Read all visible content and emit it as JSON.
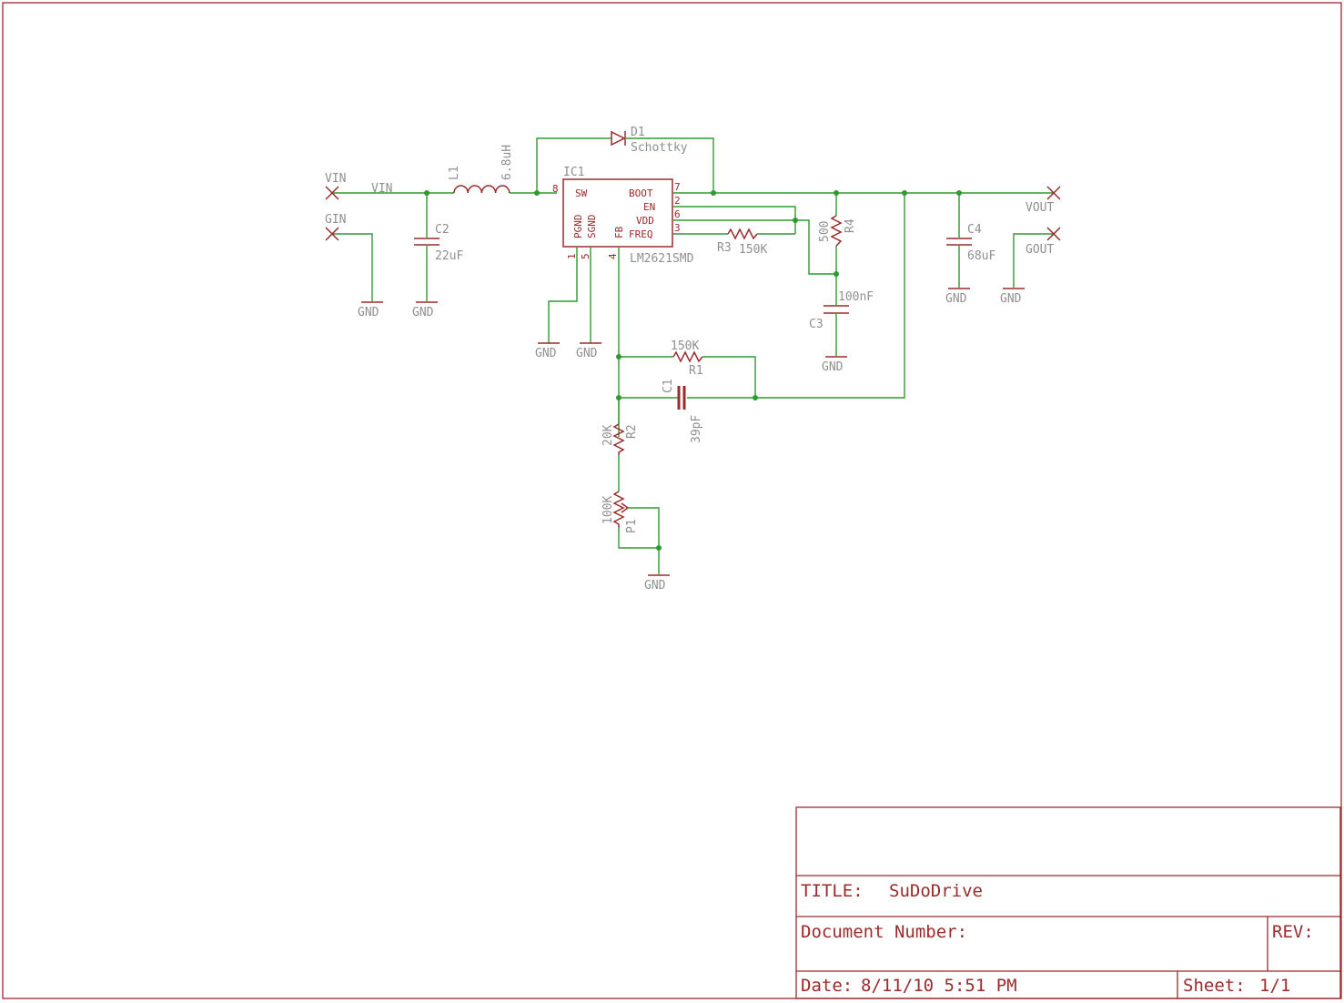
{
  "title_block": {
    "title_label": "TITLE:",
    "title_value": "SuDoDrive",
    "doc_number_label": "Document Number:",
    "rev_label": "REV:",
    "date_label": "Date:",
    "date_value": "8/11/10 5:51 PM",
    "sheet_label": "Sheet:",
    "sheet_value": "1/1"
  },
  "ports": {
    "vin": "VIN",
    "gin": "GIN",
    "vout": "VOUT",
    "gout": "GOUT",
    "vin_net": "VIN"
  },
  "ic": {
    "ref": "IC1",
    "part": "LM2621SMD",
    "pins": {
      "sw": "SW",
      "boot": "BOOT",
      "en": "EN",
      "vdd": "VDD",
      "freq": "FREQ",
      "pgnd": "PGND",
      "sgnd": "SGND",
      "fb": "FB"
    },
    "pin_numbers": {
      "p8": "8",
      "p7": "7",
      "p2": "2",
      "p6": "6",
      "p3": "3",
      "p1": "1",
      "p5": "5",
      "p4": "4"
    }
  },
  "components": {
    "l1_ref": "L1",
    "l1_val": "6.8uH",
    "d1_ref": "D1",
    "d1_val": "Schottky",
    "c2_ref": "C2",
    "c2_val": "22uF",
    "c4_ref": "C4",
    "c4_val": "68uF",
    "c3_ref": "C3",
    "c3_val": "100nF",
    "r3_ref": "R3",
    "r3_val": "150K",
    "r4_ref": "R4",
    "r4_val": "500",
    "r1_ref": "R1",
    "r1_val": "150K",
    "c1_ref": "C1",
    "c1_val": "39pF",
    "r2_ref": "R2",
    "r2_val": "20K",
    "p1_ref": "P1",
    "p1_val": "100K"
  },
  "gnd": "GND",
  "colors": {
    "frame": "#9a2b2b",
    "wire": "#2f9a2f",
    "label": "#8f8f8f"
  }
}
